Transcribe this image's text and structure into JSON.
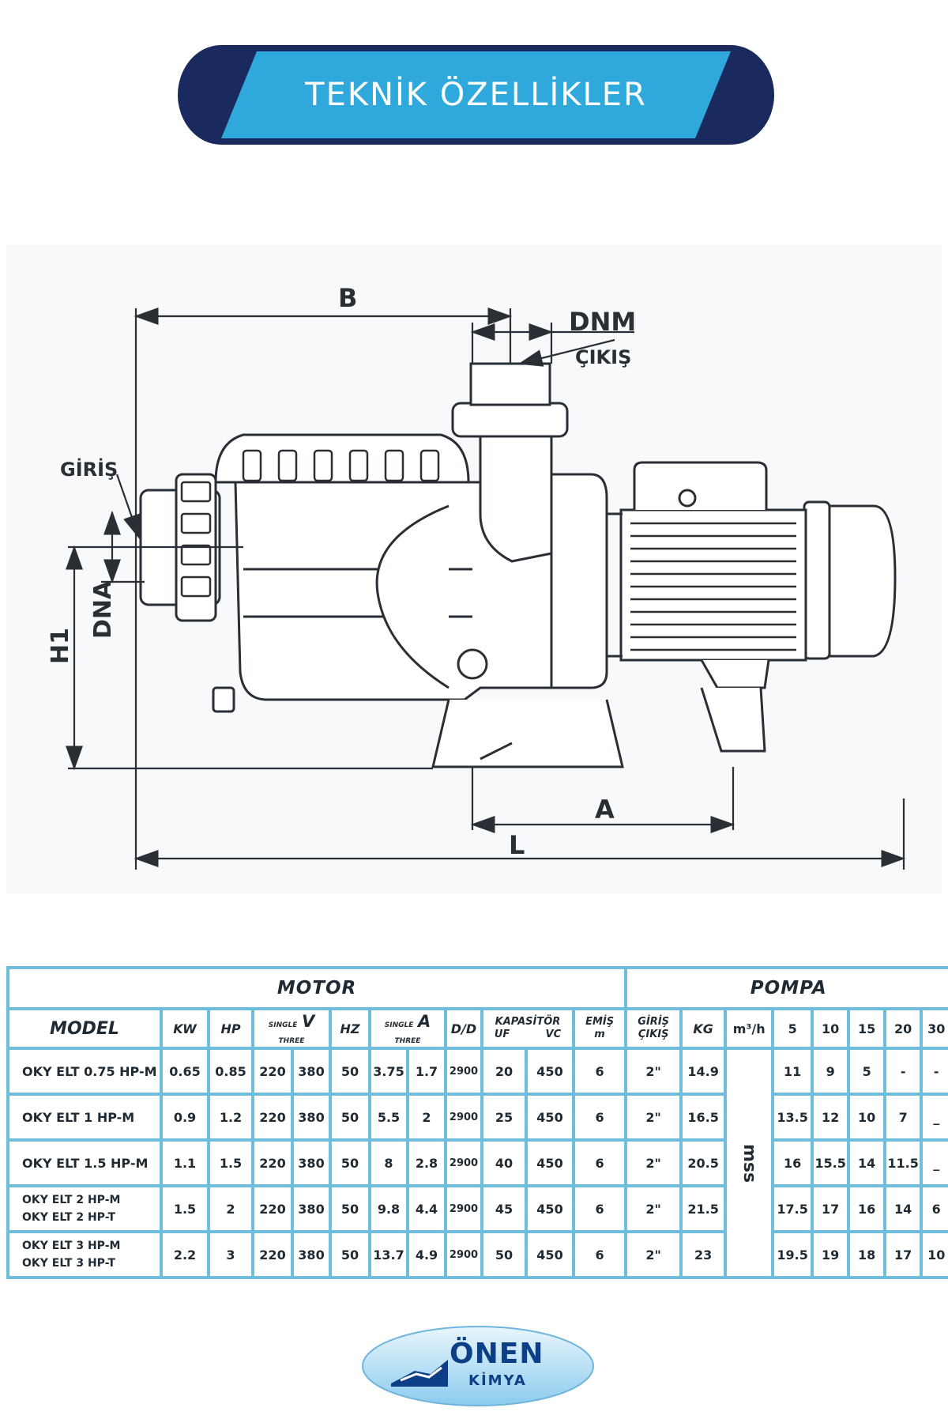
{
  "banner": {
    "title": "TEKNİK ÖZELLİKLER",
    "colors": {
      "dark": "#1a2a5e",
      "light": "#2fa9dc"
    }
  },
  "drawing": {
    "labels": {
      "b": "B",
      "dnm": "DNM",
      "cikis": "ÇIKIŞ",
      "giris": "GİRİŞ",
      "dna": "DNA",
      "h1": "H1",
      "a": "A",
      "l": "L"
    }
  },
  "table": {
    "groups": {
      "motor": "MOTOR",
      "pompa": "POMPA"
    },
    "headers": {
      "model": "MODEL",
      "kw": "KW",
      "hp": "HP",
      "v": "V",
      "v_single": "SINGLE",
      "v_three": "THREE",
      "hz": "HZ",
      "a": "A",
      "a_single": "SINGLE",
      "a_three": "THREE",
      "dd": "D/D",
      "kapasitor": "KAPASİTÖR",
      "uf": "UF",
      "vc": "VC",
      "emis": "EMİŞ",
      "emis_unit": "m",
      "giris": "GİRİŞ",
      "cikis": "ÇIKIŞ",
      "kg": "KG",
      "m3h": "m³/h",
      "flows": [
        "5",
        "10",
        "15",
        "20",
        "30"
      ]
    },
    "mss": "mss",
    "rows": [
      {
        "model": [
          "OKY ELT 0.75 HP-M"
        ],
        "kw": "0.65",
        "hp": "0.85",
        "v_single": "220",
        "v_three": "380",
        "hz": "50",
        "a_single": "3.75",
        "a_three": "1.7",
        "dd": "2900",
        "uf": "20",
        "vc": "450",
        "emis": "6",
        "giris": "2\"",
        "kg": "14.9",
        "flows": [
          "11",
          "9",
          "5",
          "-",
          "-"
        ]
      },
      {
        "model": [
          "OKY ELT 1 HP-M"
        ],
        "kw": "0.9",
        "hp": "1.2",
        "v_single": "220",
        "v_three": "380",
        "hz": "50",
        "a_single": "5.5",
        "a_three": "2",
        "dd": "2900",
        "uf": "25",
        "vc": "450",
        "emis": "6",
        "giris": "2\"",
        "kg": "16.5",
        "flows": [
          "13.5",
          "12",
          "10",
          "7",
          "_"
        ]
      },
      {
        "model": [
          "OKY ELT 1.5 HP-M"
        ],
        "kw": "1.1",
        "hp": "1.5",
        "v_single": "220",
        "v_three": "380",
        "hz": "50",
        "a_single": "8",
        "a_three": "2.8",
        "dd": "2900",
        "uf": "40",
        "vc": "450",
        "emis": "6",
        "giris": "2\"",
        "kg": "20.5",
        "flows": [
          "16",
          "15.5",
          "14",
          "11.5",
          "_"
        ]
      },
      {
        "model": [
          "OKY ELT 2 HP-M",
          "OKY ELT 2 HP-T"
        ],
        "kw": "1.5",
        "hp": "2",
        "v_single": "220",
        "v_three": "380",
        "hz": "50",
        "a_single": "9.8",
        "a_three": "4.4",
        "dd": "2900",
        "uf": "45",
        "vc": "450",
        "emis": "6",
        "giris": "2\"",
        "kg": "21.5",
        "flows": [
          "17.5",
          "17",
          "16",
          "14",
          "6"
        ]
      },
      {
        "model": [
          "OKY ELT 3 HP-M",
          "OKY ELT 3 HP-T"
        ],
        "kw": "2.2",
        "hp": "3",
        "v_single": "220",
        "v_three": "380",
        "hz": "50",
        "a_single": "13.7",
        "a_three": "4.9",
        "dd": "2900",
        "uf": "50",
        "vc": "450",
        "emis": "6",
        "giris": "2\"",
        "kg": "23",
        "flows": [
          "19.5",
          "19",
          "18",
          "17",
          "10"
        ]
      }
    ],
    "colors": {
      "grid": "#6fbfdc"
    }
  },
  "logo": {
    "name": "ÖNEN",
    "sub": "KİMYA"
  }
}
